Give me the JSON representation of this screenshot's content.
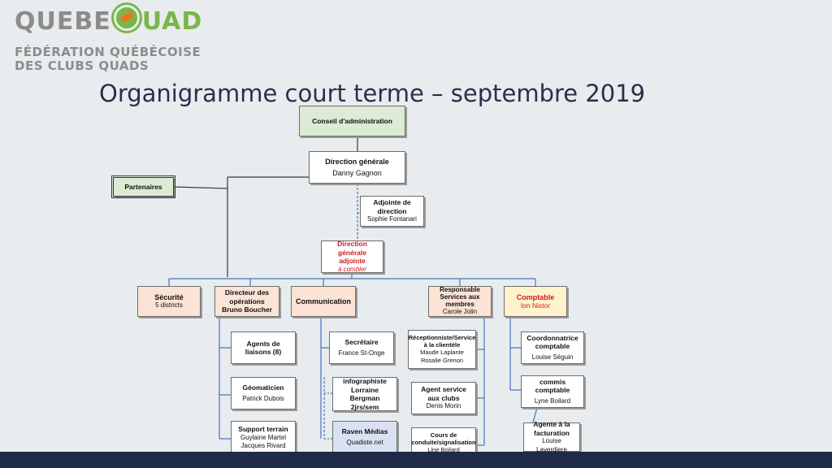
{
  "logo": {
    "part1": "QUEBE",
    "part2": "UAD",
    "sub1": "FÉDÉRATION QUÉBÉCOISE",
    "sub2": "DES CLUBS QUADS"
  },
  "title": "Organigramme court terme – septembre 2019",
  "nodes": {
    "ca": {
      "title": "Conseil d'administration"
    },
    "dg": {
      "title": "Direction générale",
      "name": "Danny Gagnon"
    },
    "partenaires": {
      "title": "Partenaires"
    },
    "adjointe": {
      "title": "Adjointe de direction",
      "name": "Sophie Fontanari"
    },
    "dga": {
      "title": "Direction générale adjointe",
      "name": "à combler"
    },
    "securite": {
      "title": "Sécurité",
      "name": "5 districts"
    },
    "directeur_ops": {
      "title": "Directeur des opérations",
      "name": "Bruno Boucher"
    },
    "communication": {
      "title": "Communication"
    },
    "resp_services": {
      "title": "Responsable Services aux membres",
      "name": "Carole Jolin"
    },
    "comptable": {
      "title": "Comptable",
      "name": "Ion  Nistor"
    },
    "agents_liaisons": {
      "title": "Agents de liaisons (8)"
    },
    "geomaticien": {
      "title": "Géomaticien",
      "name": "Patrick Dubois"
    },
    "support_terrain": {
      "title": "Support terrain",
      "name1": "Guylaine Martel",
      "name2": "Jacques Rivard"
    },
    "secretaire": {
      "title": "Secrétaire",
      "name": "France St-Onge"
    },
    "infographiste": {
      "title": "infographiste",
      "name": "Lorraine Bergman",
      "note": "2jrs/sem"
    },
    "raven": {
      "title": "Raven Médias",
      "name": "Quadiste.net"
    },
    "receptionniste": {
      "title": "Réceptionniste/Service à la clientèle",
      "name1": "Maude Laplante",
      "name2": "Rosalie Grenon"
    },
    "agent_clubs": {
      "title": "Agent service aux clubs",
      "name": "Denis Morin"
    },
    "cours": {
      "title": "Cours de conduite/signalisation",
      "name": "Line Boilard"
    },
    "coord_comptable": {
      "title": "Coordonnatrice comptable",
      "name": "Louise Séguin"
    },
    "commis": {
      "title": "commis comptable",
      "name": "Lyne Boilard"
    },
    "agente_fact": {
      "title": "Agente à la facturation",
      "name": "Louise Laverdiere"
    }
  },
  "colors": {
    "line": "#4472c4",
    "footer": "#1e2a47",
    "title": "#2b2f4a",
    "accent_red": "#d01c1c"
  }
}
